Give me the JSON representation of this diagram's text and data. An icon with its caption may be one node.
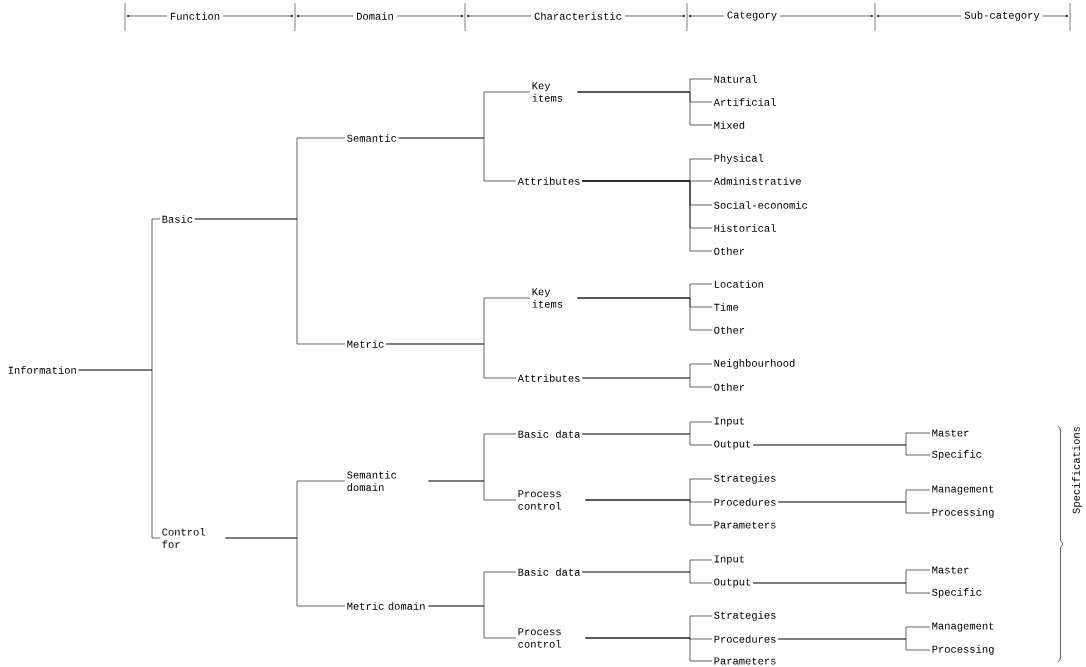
{
  "diagram": {
    "nodes": [
      {
        "text": [
          "Information"
        ]
      },
      {
        "text": [
          "Basic"
        ]
      },
      {
        "text": [
          "Control for"
        ]
      },
      {
        "text": [
          "Semantic"
        ]
      },
      {
        "text": [
          "Metric"
        ]
      },
      {
        "text": [
          "Semantic domain"
        ]
      },
      {
        "text": [
          "Metric domain"
        ]
      },
      {
        "text": [
          "Key items"
        ]
      },
      {
        "text": [
          "Attributes"
        ]
      },
      {
        "text": [
          "Key items"
        ]
      },
      {
        "text": [
          "Attributes"
        ]
      },
      {
        "text": [
          "Basic data"
        ]
      },
      {
        "text": [
          "Process control"
        ]
      },
      {
        "text": [
          "Basic data"
        ]
      },
      {
        "text": [
          "Process control"
        ]
      },
      {
        "text": [
          "Natural"
        ]
      },
      {
        "text": [
          "Artificial"
        ]
      },
      {
        "text": [
          "Mixed"
        ]
      },
      {
        "text": [
          "Physical"
        ]
      },
      {
        "text": [
          "Administrative"
        ]
      },
      {
        "text": [
          "Social-economic"
        ]
      },
      {
        "text": [
          "Historical"
        ]
      },
      {
        "text": [
          "Other"
        ]
      },
      {
        "text": [
          "Location"
        ]
      },
      {
        "text": [
          "Time"
        ]
      },
      {
        "text": [
          "Other"
        ]
      },
      {
        "text": [
          "Neighbourhood"
        ]
      },
      {
        "text": [
          "Other"
        ]
      },
      {
        "text": [
          "Input"
        ]
      },
      {
        "text": [
          "Output"
        ]
      },
      {
        "text": [
          "Strategies"
        ]
      },
      {
        "text": [
          "Procedures"
        ]
      },
      {
        "text": [
          "Parameters"
        ]
      },
      {
        "text": [
          "Input"
        ]
      },
      {
        "text": [
          "Output"
        ]
      },
      {
        "text": [
          "Strategies"
        ]
      },
      {
        "text": [
          "Procedures"
        ]
      },
      {
        "text": [
          "Parameters"
        ]
      },
      {
        "text": [
          "Master"
        ]
      },
      {
        "text": [
          "Specific"
        ]
      },
      {
        "text": [
          "Management"
        ]
      },
      {
        "text": [
          "Processing"
        ]
      },
      {
        "text": [
          "Master"
        ]
      },
      {
        "text": [
          "Specific"
        ]
      },
      {
        "text": [
          "Management"
        ]
      },
      {
        "text": [
          "Processing"
        ]
      }
    ],
    "edges": [
      {
        "from": 0,
        "to": 1,
        "arrow": "none"
      },
      {
        "from": 0,
        "to": 2,
        "arrow": "none"
      },
      {
        "from": 1,
        "to": 3,
        "arrow": "none"
      },
      {
        "from": 1,
        "to": 4,
        "arrow": "none"
      },
      {
        "from": 2,
        "to": 5,
        "arrow": "none"
      },
      {
        "from": 2,
        "to": 6,
        "arrow": "none"
      },
      {
        "from": 3,
        "to": 7,
        "arrow": "none"
      },
      {
        "from": 3,
        "to": 8,
        "arrow": "none"
      },
      {
        "from": 4,
        "to": 9,
        "arrow": "none"
      },
      {
        "from": 4,
        "to": 10,
        "arrow": "none"
      },
      {
        "from": 5,
        "to": 11,
        "arrow": "none"
      },
      {
        "from": 5,
        "to": 12,
        "arrow": "none"
      },
      {
        "from": 6,
        "to": 13,
        "arrow": "none"
      },
      {
        "from": 6,
        "to": 14,
        "arrow": "none"
      },
      {
        "from": 7,
        "to": 15,
        "arrow": "none"
      },
      {
        "from": 7,
        "to": 16,
        "arrow": "none"
      },
      {
        "from": 7,
        "to": 17,
        "arrow": "none"
      },
      {
        "from": 8,
        "to": 18,
        "arrow": "none"
      },
      {
        "from": 8,
        "to": 19,
        "arrow": "none"
      },
      {
        "from": 8,
        "to": 20,
        "arrow": "none"
      },
      {
        "from": 8,
        "to": 21,
        "arrow": "none"
      },
      {
        "from": 8,
        "to": 22,
        "arrow": "none"
      },
      {
        "from": 9,
        "to": 23,
        "arrow": "none"
      },
      {
        "from": 9,
        "to": 24,
        "arrow": "none"
      },
      {
        "from": 9,
        "to": 25,
        "arrow": "none"
      },
      {
        "from": 10,
        "to": 26,
        "arrow": "none"
      },
      {
        "from": 10,
        "to": 27,
        "arrow": "none"
      },
      {
        "from": 11,
        "to": 28,
        "arrow": "none"
      },
      {
        "from": 11,
        "to": 29,
        "arrow": "none"
      },
      {
        "from": 12,
        "to": 30,
        "arrow": "none"
      },
      {
        "from": 12,
        "to": 31,
        "arrow": "none"
      },
      {
        "from": 12,
        "to": 32,
        "arrow": "none"
      },
      {
        "from": 13,
        "to": 33,
        "arrow": "none"
      },
      {
        "from": 13,
        "to": 34,
        "arrow": "none"
      },
      {
        "from": 14,
        "to": 35,
        "arrow": "none"
      },
      {
        "from": 14,
        "to": 36,
        "arrow": "none"
      },
      {
        "from": 14,
        "to": 37,
        "arrow": "none"
      },
      {
        "from": 29,
        "to": 38,
        "arrow": "none"
      },
      {
        "from": 29,
        "to": 39,
        "arrow": "none"
      },
      {
        "from": 31,
        "to": 40,
        "arrow": "none"
      },
      {
        "from": 31,
        "to": 41,
        "arrow": "none"
      },
      {
        "from": 34,
        "to": 42,
        "arrow": "none"
      },
      {
        "from": 34,
        "to": 43,
        "arrow": "none"
      },
      {
        "from": 36,
        "to": 44,
        "arrow": "none"
      },
      {
        "from": 36,
        "to": 45,
        "arrow": "none"
      }
    ],
    "labels": [
      "Function",
      "Domain",
      "Characteristic",
      "Category",
      "Sub-category",
      "Specifications"
    ]
  }
}
